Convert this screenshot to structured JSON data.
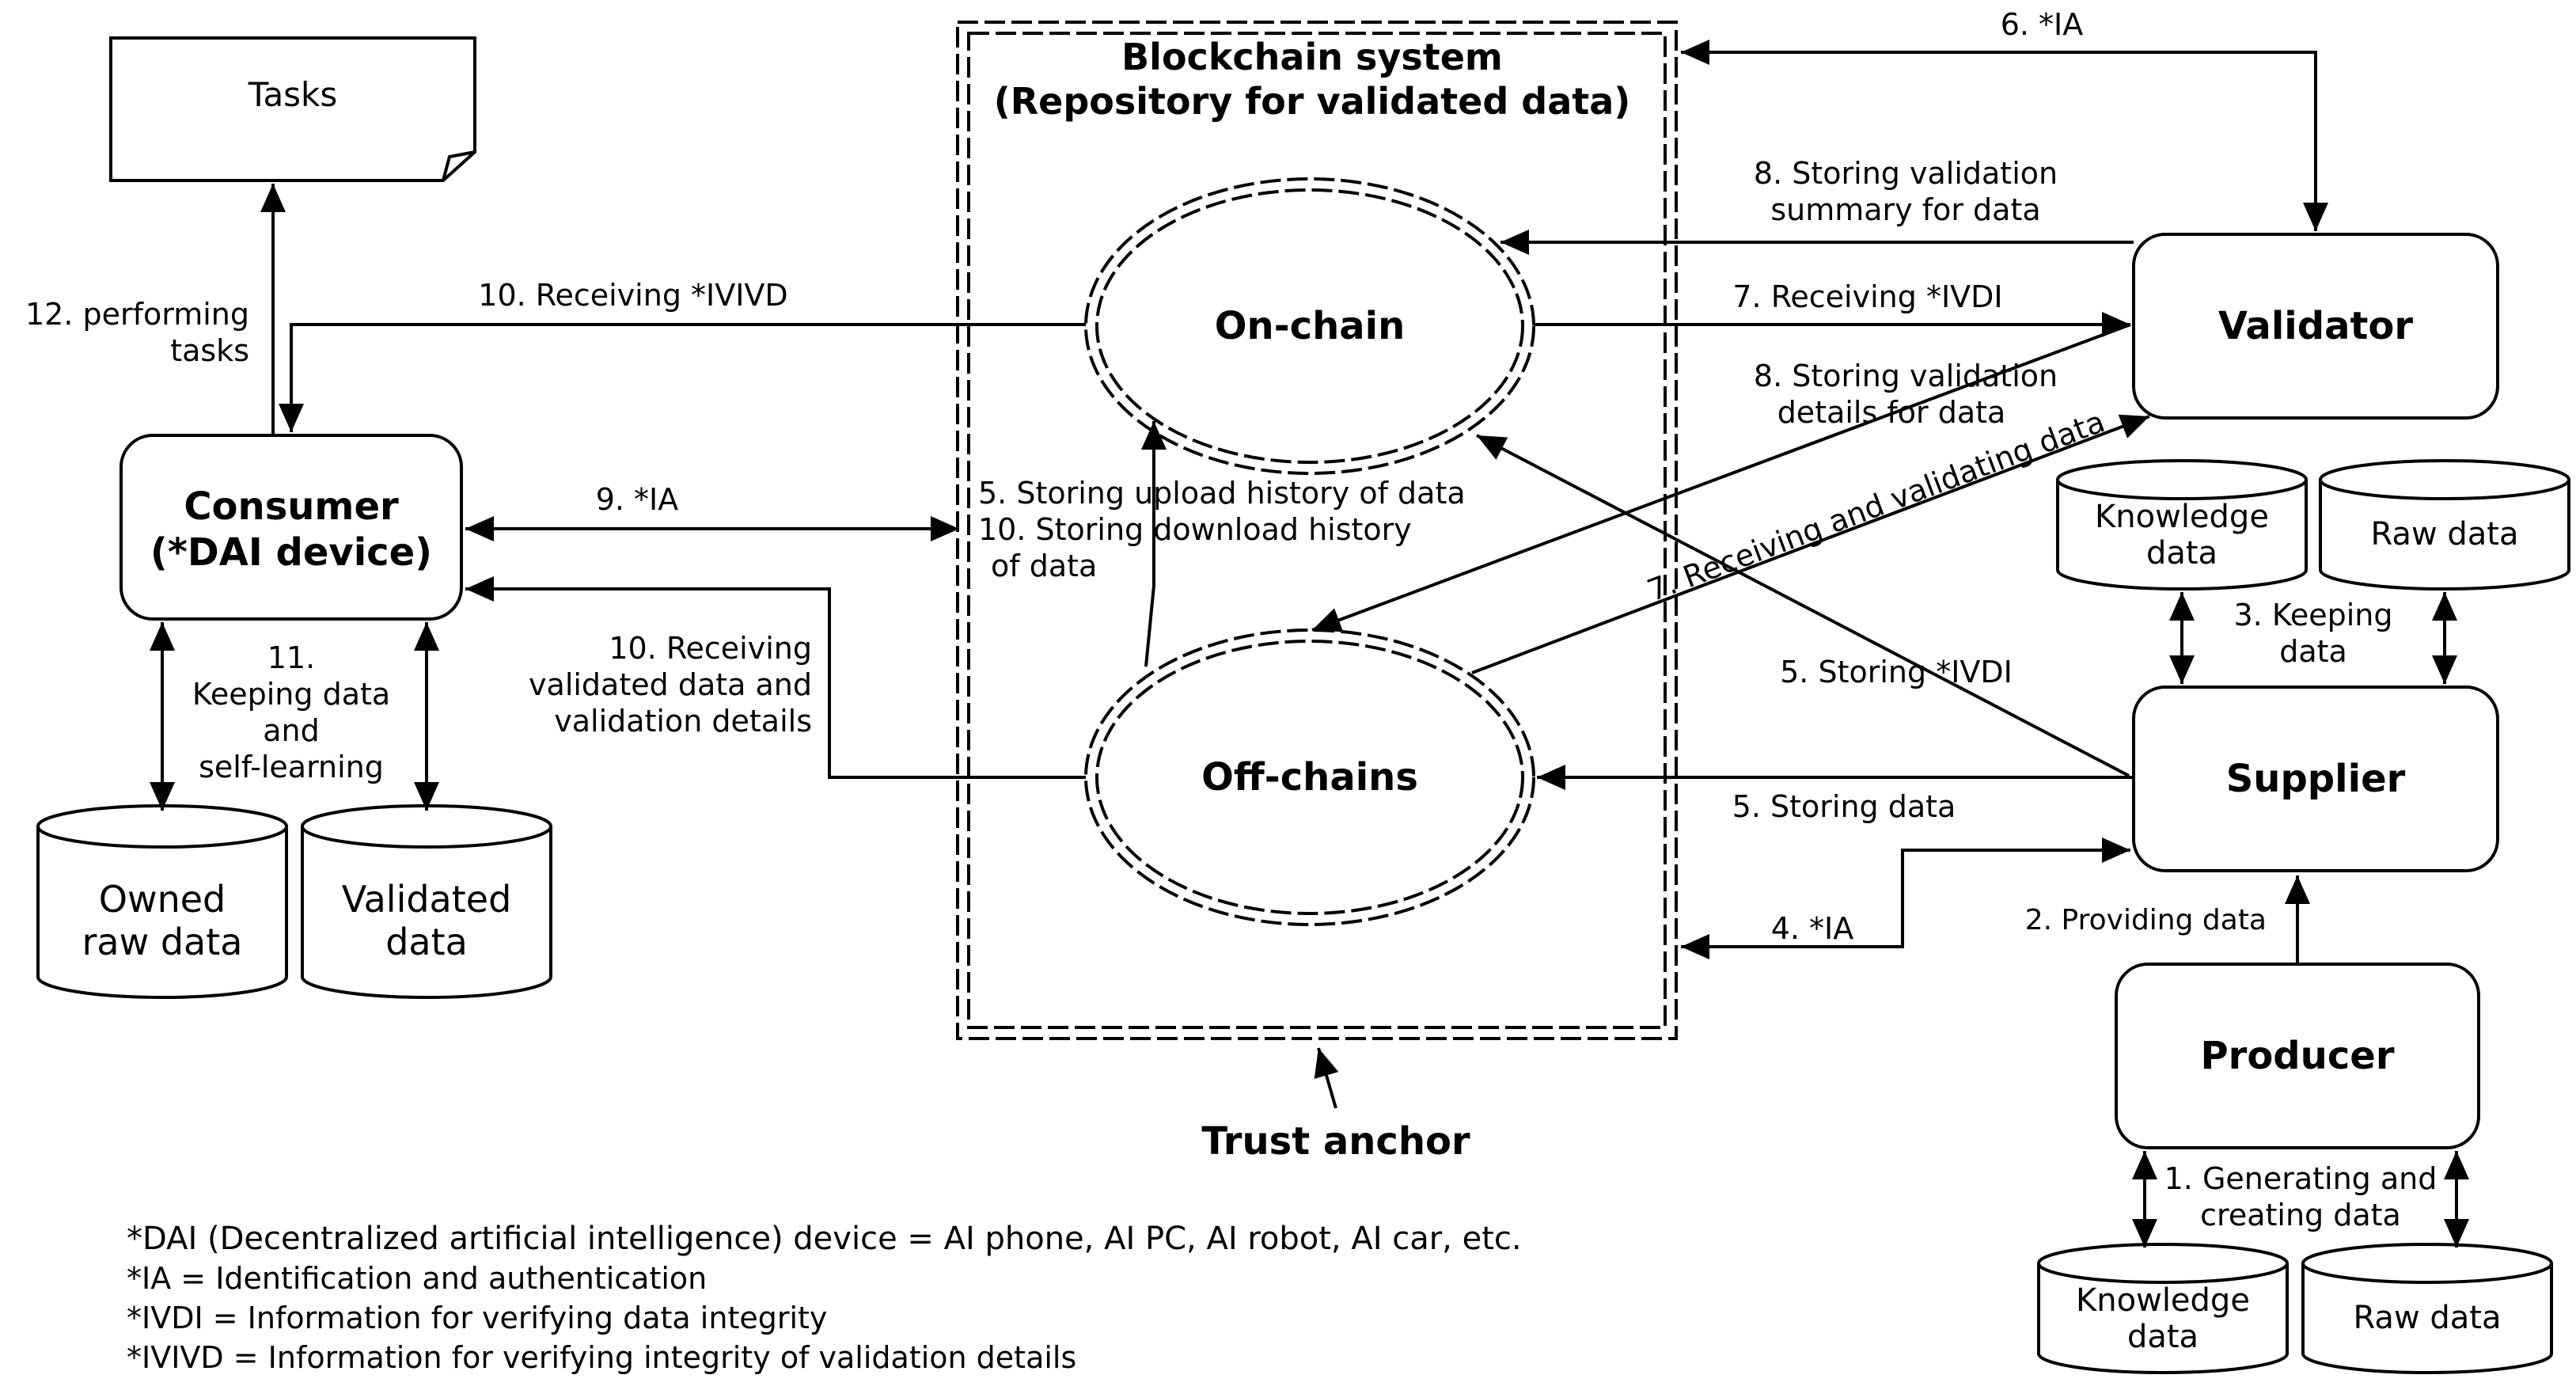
{
  "blockchain": {
    "title": "Blockchain system",
    "subtitle": "(Repository for validated data)",
    "on_chain": "On-chain",
    "off_chains": "Off-chains",
    "trust_anchor": "Trust anchor"
  },
  "nodes": {
    "tasks": "Tasks",
    "consumer_line1": "Consumer",
    "consumer_line2": "(*DAI device)",
    "validator": "Validator",
    "supplier": "Supplier",
    "producer": "Producer"
  },
  "stores": {
    "owned_line1": "Owned",
    "owned_line2": "raw data",
    "validated_line1": "Validated",
    "validated_line2": "data",
    "supplier_knowledge_line1": "Knowledge",
    "supplier_knowledge_line2": "data",
    "supplier_raw": "Raw data",
    "producer_knowledge_line1": "Knowledge",
    "producer_knowledge_line2": "data",
    "producer_raw": "Raw data"
  },
  "labels": {
    "s1_line1": "1. Generating and",
    "s1_line2": "creating data",
    "s2": "2. Providing data",
    "s3_line1": "3. Keeping",
    "s3_line2": "data",
    "s4": "4. *IA",
    "s5_data": "5. Storing data",
    "s5_ivdi": "5. Storing *IVDI",
    "s5_upload": "5. Storing upload history of data",
    "s6": "6. *IA",
    "s7_ivdi": "7. Receiving *IVDI",
    "s7_validating": "7. Receiving and validating data",
    "s8_summary_line1": "8. Storing validation",
    "s8_summary_line2": "summary for data",
    "s8_details_line1": "8. Storing validation",
    "s8_details_line2": "details for data",
    "s9": "9. *IA",
    "s10_ivivd": "10. Receiving *IVIVD",
    "s10_download_line1": "10. Storing download history",
    "s10_download_line2": "of data",
    "s10_validated_line1": "10. Receiving",
    "s10_validated_line2": "validated data and",
    "s10_validated_line3": "validation details",
    "s11_line1": "11.",
    "s11_line2": "Keeping data",
    "s11_line3": "and",
    "s11_line4": "self-learning",
    "s12_line1": "12. performing",
    "s12_line2": "tasks"
  },
  "footnotes": [
    "*DAI (Decentralized artificial intelligence) device = AI phone, AI PC, AI robot, AI car, etc.",
    "*IA = Identification and authentication",
    "*IVDI = Information for verifying data integrity",
    "*IVIVD = Information for verifying integrity of validation details"
  ]
}
